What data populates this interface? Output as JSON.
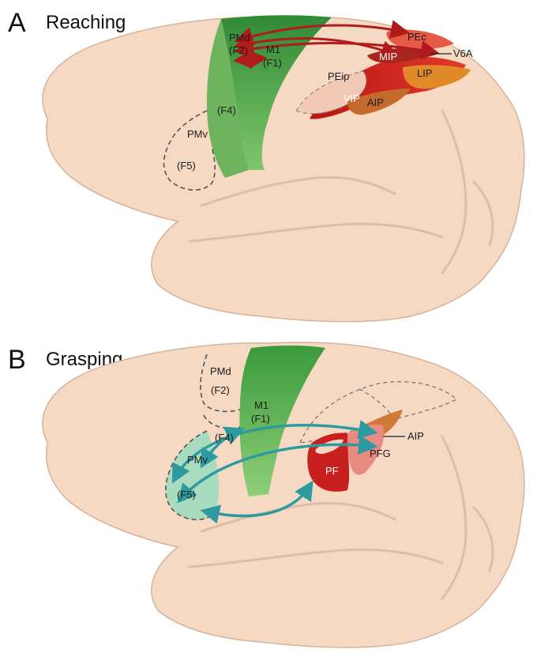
{
  "panel_a": {
    "letter": "A",
    "title": "Reaching",
    "labels": {
      "pmd": "PMd",
      "f2": "(F2)",
      "m1": "M1",
      "f1": "(F1)",
      "f4": "(F4)",
      "pmv": "PMv",
      "f5": "(F5)",
      "pec": "PEc",
      "mip": "MIP",
      "v6a": "V6A",
      "peip": "PEip",
      "lip": "LIP",
      "vip": "VIP",
      "aip": "AIP"
    }
  },
  "panel_b": {
    "letter": "B",
    "title": "Grasping",
    "labels": {
      "pmd": "PMd",
      "f2": "(F2)",
      "m1": "M1",
      "f1": "(F1)",
      "f4": "(F4)",
      "pmv": "PMv",
      "f5": "(F5)",
      "aip": "AIP",
      "pfg": "PFG",
      "pf": "PF"
    }
  },
  "colors": {
    "brain": "#f6d9c2",
    "motor_green_dark": "#3f9a3f",
    "motor_green_light": "#7cc46a",
    "premotor_light_green": "#a9dcbf",
    "parietal_red": "#c8201f",
    "parietal_orange": "#d9822b",
    "parietal_pink": "#e88a80",
    "reaching_arrow": "#b01b1b",
    "grasping_arrow": "#2d9aa0"
  }
}
